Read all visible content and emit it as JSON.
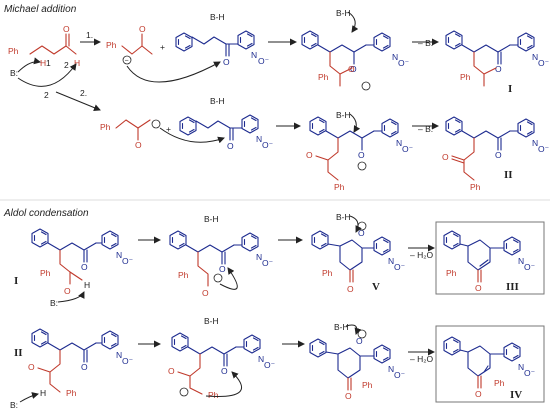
{
  "headings": {
    "michael": "Michael addition",
    "aldol": "Aldol condensation"
  },
  "reagents": {
    "bh": "B-H",
    "base": "B:",
    "minus_base": "– B:",
    "minus_water": "– H₂O",
    "plus": "+",
    "path1": "1.",
    "path2": "2."
  },
  "labels": {
    "ph": "Ph",
    "n_oxide": "N",
    "o": "O",
    "o_minus": "O⁻",
    "h": "H",
    "num1": "1",
    "num2": "2"
  },
  "products": {
    "p1": "I",
    "p2": "II",
    "p3": "III",
    "p4": "IV",
    "p5": "V"
  },
  "colors": {
    "chalcone": "#1d2b8f",
    "ketone": "#c0392b",
    "arrows": "#222222"
  }
}
